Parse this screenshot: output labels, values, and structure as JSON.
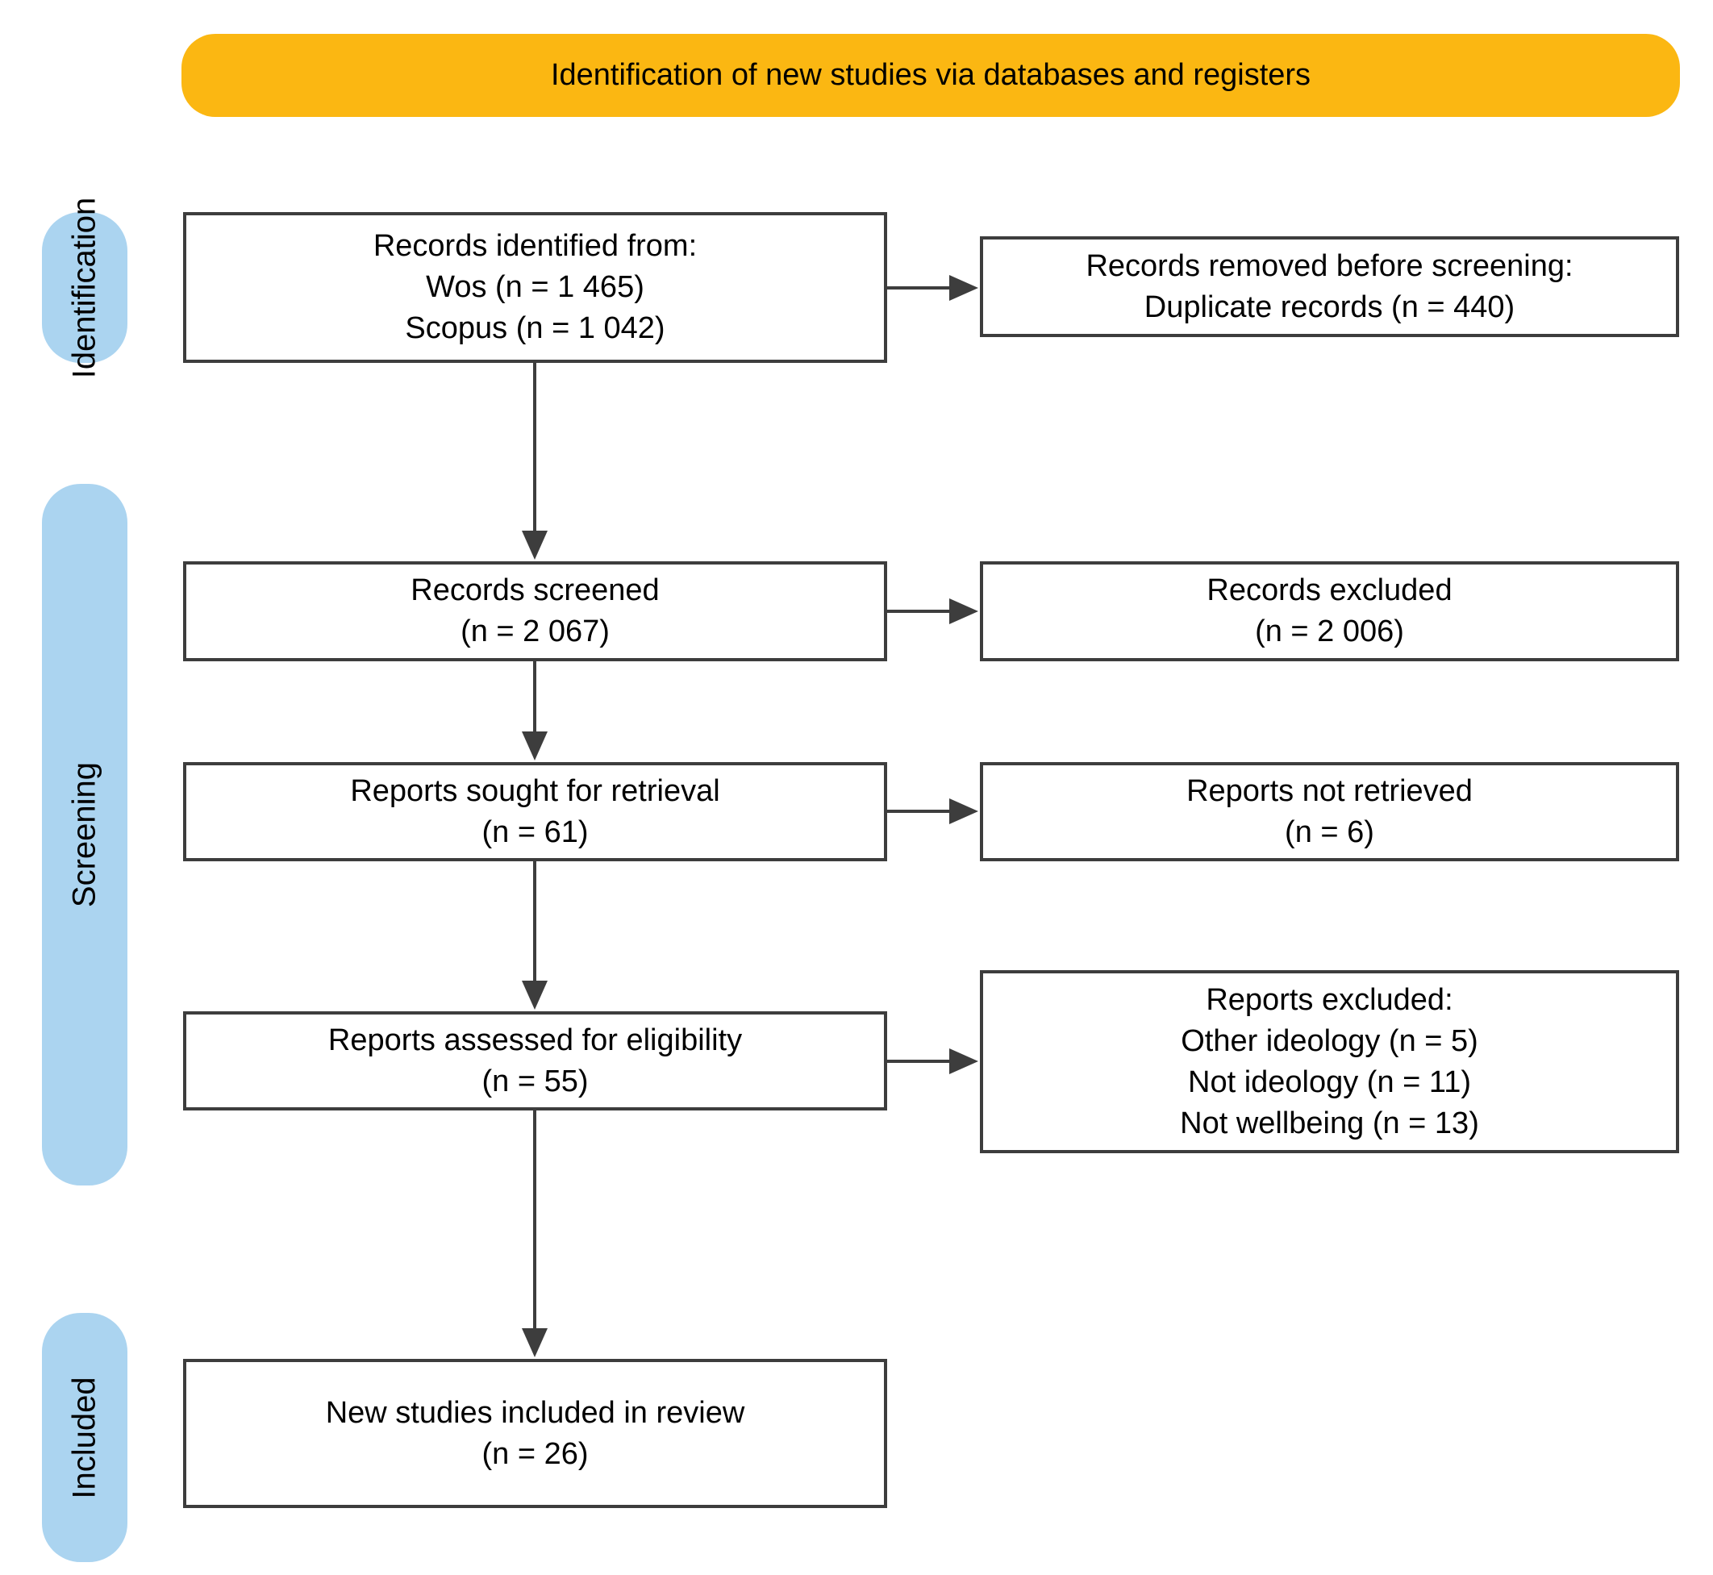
{
  "colors": {
    "banner-bg": "#FBB712",
    "stage-bg": "#ABD4F0",
    "box-border": "#3D3D3D",
    "arrow": "#3D3D3D",
    "text": "#000000"
  },
  "banner": {
    "label": "Identification of new studies via databases and registers"
  },
  "stages": [
    {
      "label": "Identification"
    },
    {
      "label": "Screening"
    },
    {
      "label": "Included"
    }
  ],
  "flow": {
    "records_identified": {
      "lines": [
        "Records identified from:",
        "Wos (n = 1 465)",
        "Scopus (n = 1 042)"
      ]
    },
    "records_removed": {
      "lines": [
        "Records removed before screening:",
        "Duplicate records (n = 440)"
      ]
    },
    "records_screened": {
      "lines": [
        "Records screened",
        "(n = 2 067)"
      ]
    },
    "records_excluded": {
      "lines": [
        "Records excluded",
        "(n = 2 006)"
      ]
    },
    "reports_sought": {
      "lines": [
        "Reports sought for retrieval",
        "(n = 61)"
      ]
    },
    "reports_not_retrieved": {
      "lines": [
        "Reports not retrieved",
        "(n = 6)"
      ]
    },
    "reports_assessed": {
      "lines": [
        "Reports assessed for eligibility",
        "(n = 55)"
      ]
    },
    "reports_excluded": {
      "lines": [
        "Reports excluded:",
        "Other ideology (n = 5)",
        "Not ideology (n = 11)",
        "Not wellbeing (n = 13)"
      ]
    },
    "new_studies_included": {
      "lines": [
        "New studies included in review",
        "(n = 26)"
      ]
    }
  }
}
